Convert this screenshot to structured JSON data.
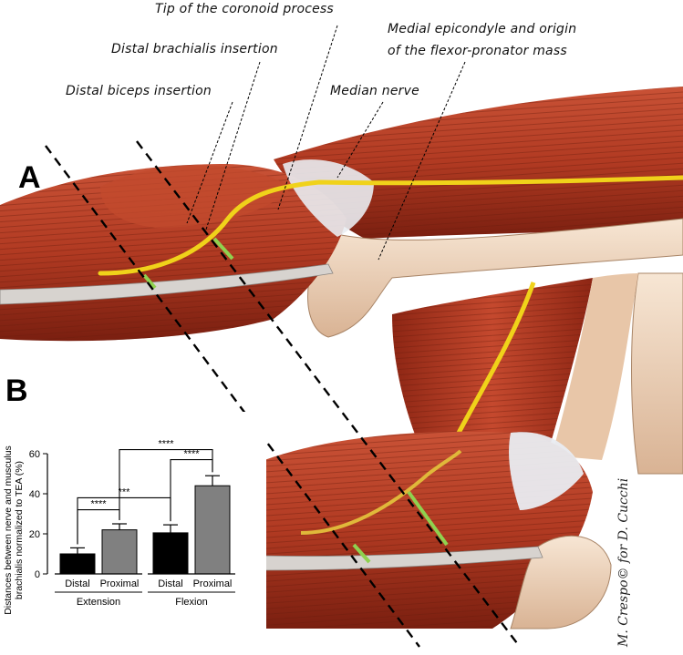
{
  "panel_labels": {
    "a": "A",
    "b": "B"
  },
  "callouts": {
    "coronoid": "Tip of the coronoid process",
    "brachialis": "Distal brachialis insertion",
    "biceps": "Distal biceps insertion",
    "epicondyle_line1": "Medial epicondyle and origin",
    "epicondyle_line2": "of the flexor-pronator mass",
    "median_nerve": "Median nerve"
  },
  "signature": "M. Crespo© for D. Cucchi",
  "colors": {
    "muscle": "#b13a22",
    "muscle_dark": "#7a1f10",
    "muscle_light": "#d8684a",
    "nerve": "#f0d21a",
    "marker": "#8fd14f",
    "tendon": "#e9ecf1",
    "bone": "#f3d9c0",
    "bar_distal": "#000000",
    "bar_proximal": "#808080"
  },
  "chart_data": {
    "type": "bar",
    "ylabel_line1": "Distances between nerve and musculus",
    "ylabel_line2": "brachialis normalized to TEA (%)",
    "ylim": [
      0,
      60
    ],
    "yticks": [
      0,
      20,
      40,
      60
    ],
    "categories": [
      "Distal",
      "Proximal",
      "Distal",
      "Proximal"
    ],
    "groups": [
      "Extension",
      "Flexion"
    ],
    "values": [
      10,
      22,
      20.5,
      44
    ],
    "errors": [
      3,
      3,
      4,
      5
    ],
    "significance": [
      {
        "label": "****",
        "from": 0,
        "to": 1
      },
      {
        "label": "***",
        "from": 0,
        "to": 2
      },
      {
        "label": "****",
        "from": 2,
        "to": 3
      },
      {
        "label": "****",
        "from": 1,
        "to": 3
      }
    ]
  }
}
